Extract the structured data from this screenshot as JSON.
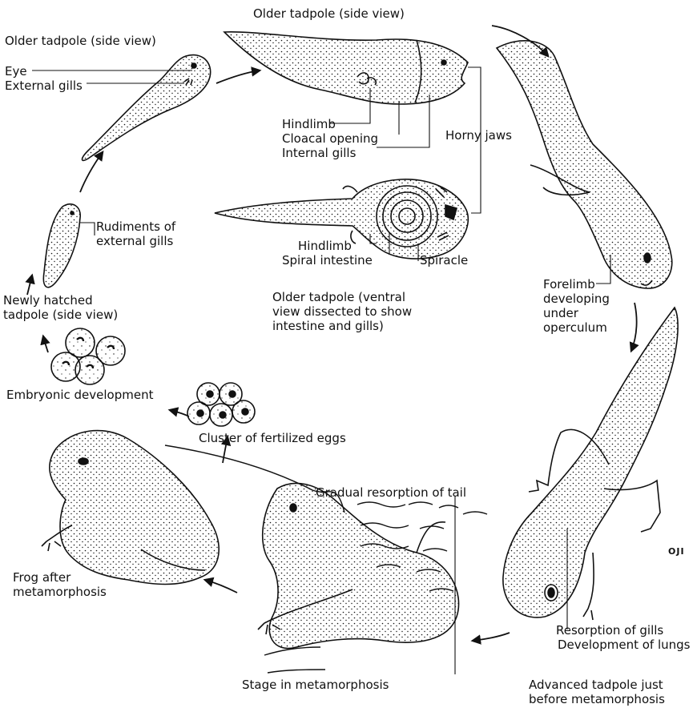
{
  "labels": {
    "top_tadpole_side": "Older tadpole (side view)",
    "left_tadpole_side": "Older tadpole (side view)",
    "eye": "Eye",
    "external_gills": "External gills",
    "hindlimb_top": "Hindlimb",
    "cloacal_opening": "Cloacal opening",
    "internal_gills": "Internal gills",
    "horny_jaws": "Horny jaws",
    "rudiments_line1": "Rudiments of",
    "rudiments_line2": "external gills",
    "hindlimb_ventral": "Hindlimb",
    "spiral_intestine": "Spiral intestine",
    "spiracle": "Spiracle",
    "ventral_line1": "Older tadpole (ventral",
    "ventral_line2": "view dissected to show",
    "ventral_line3": "intestine and gills)",
    "forelimb_line1": "Forelimb",
    "forelimb_line2": "developing",
    "forelimb_line3": "under",
    "forelimb_line4": "operculum",
    "newly_line1": "Newly hatched",
    "newly_line2": "tadpole (side view)",
    "embryonic": "Embryonic development",
    "cluster": "Cluster of fertilized eggs",
    "resorption_tail": "Gradual resorption of tail",
    "frog_line1": "Frog after",
    "frog_line2": "metamorphosis",
    "resorption_gills": "Resorption of gills",
    "lungs": "Development of lungs",
    "stage": "Stage in metamorphosis",
    "advanced_line1": "Advanced tadpole just",
    "advanced_line2": "before metamorphosis"
  },
  "signature": "OJI",
  "colors": {
    "ink": "#111111",
    "paper": "#ffffff"
  }
}
